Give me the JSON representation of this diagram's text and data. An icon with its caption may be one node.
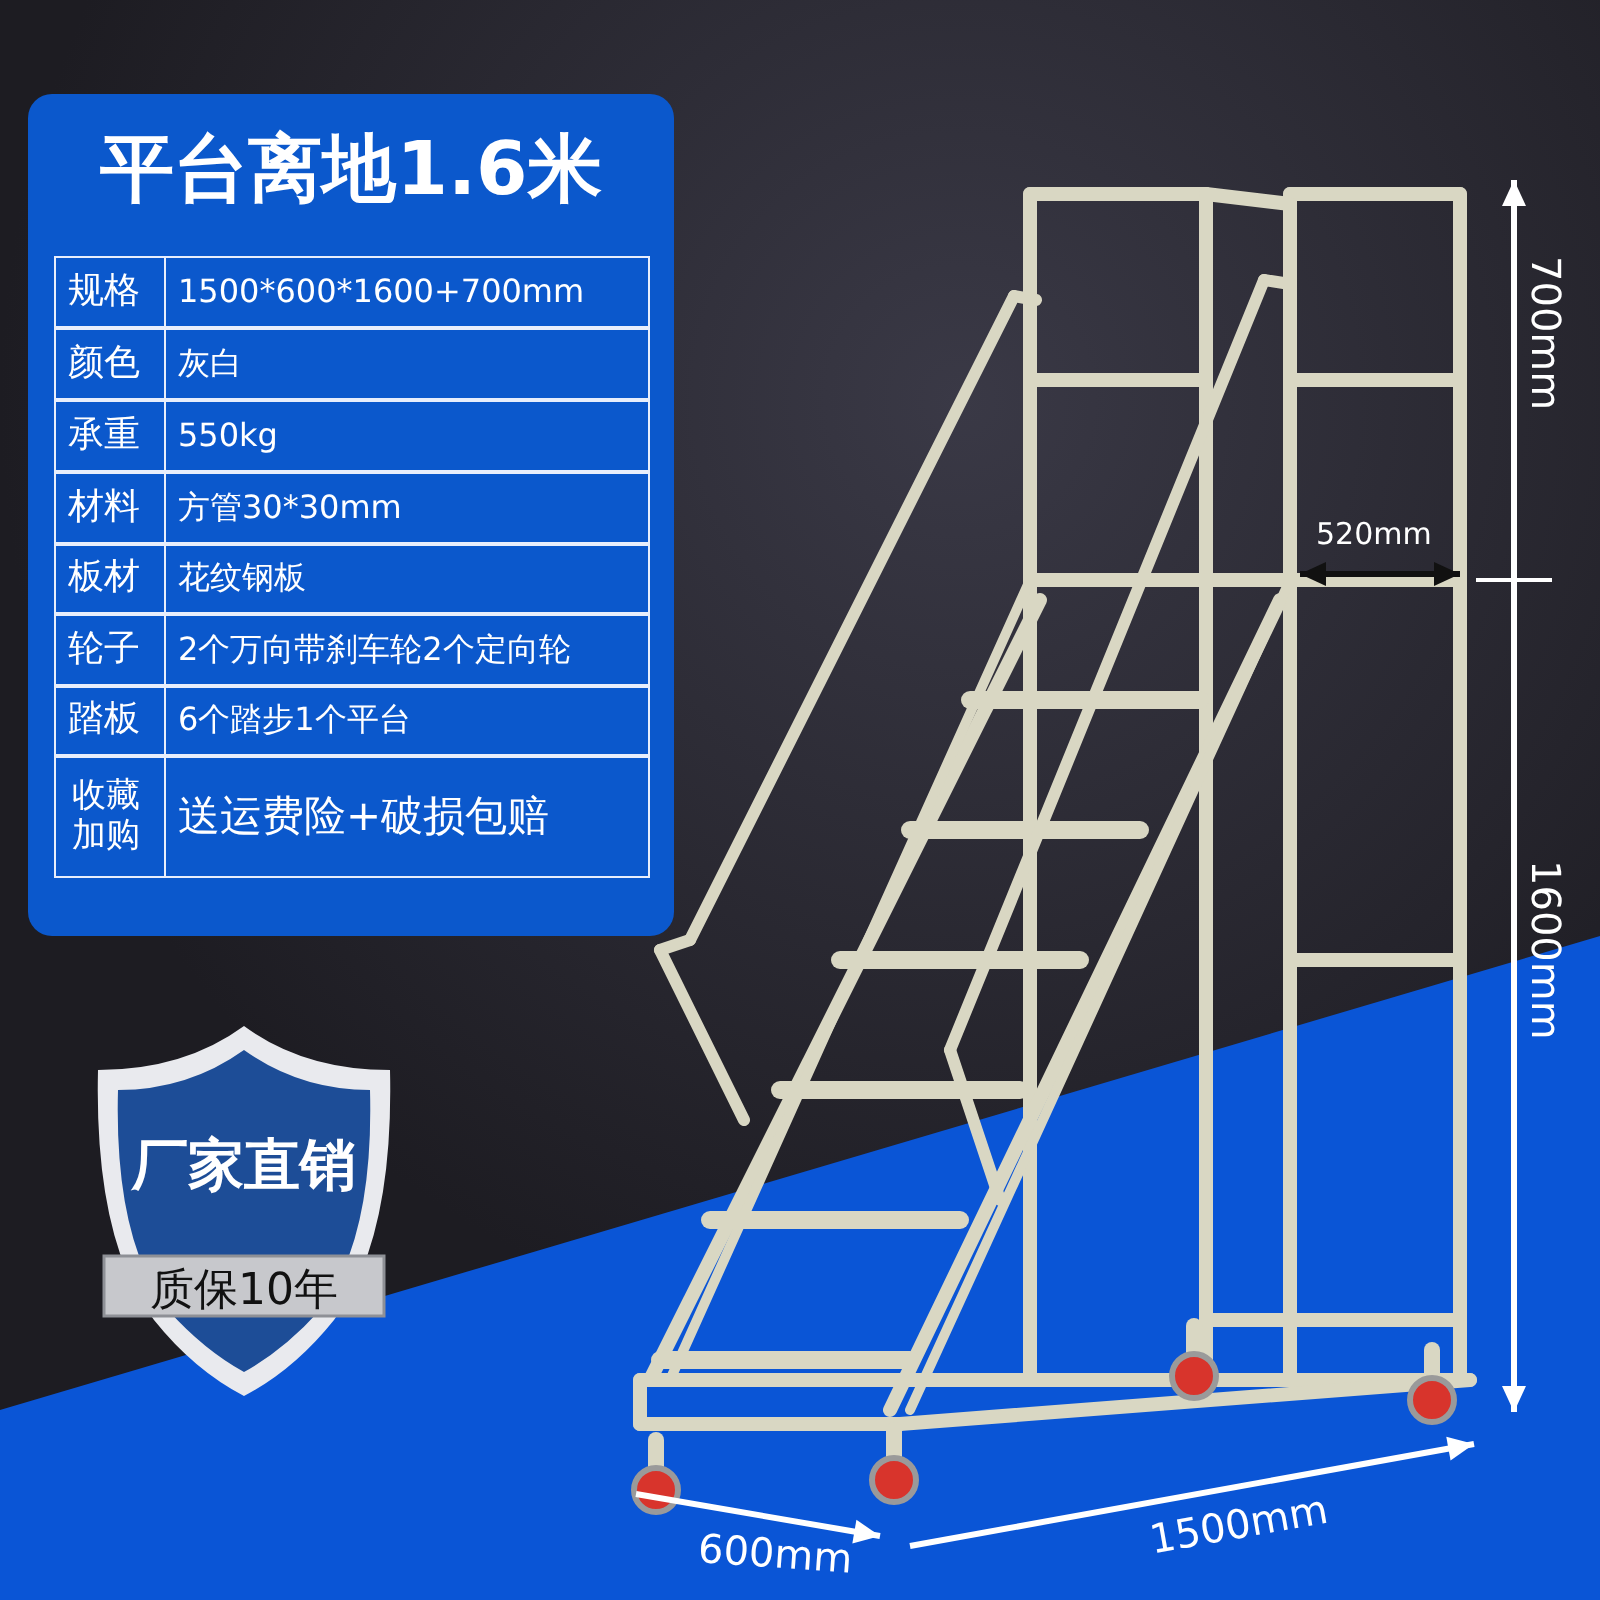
{
  "diagram": {
    "title": "平台离地1.6米",
    "nodes": [
      {
        "text": [
          "厂家直销",
          "质保10年"
        ]
      }
    ],
    "labels": [
      "规格",
      "1500*600*1600+700mm",
      "颜色",
      "灰白",
      "承重",
      "550kg",
      "材料",
      "方管30*30mm",
      "板材",
      "花纹钢板",
      "轮子",
      "2个万向带刹车轮2个定向轮",
      "踏板",
      "6个踏步1个平台",
      "收藏加购",
      "送运费险+破损包赔",
      "700mm",
      "520mm",
      "1600mm",
      "600mm",
      "1500mm"
    ]
  }
}
